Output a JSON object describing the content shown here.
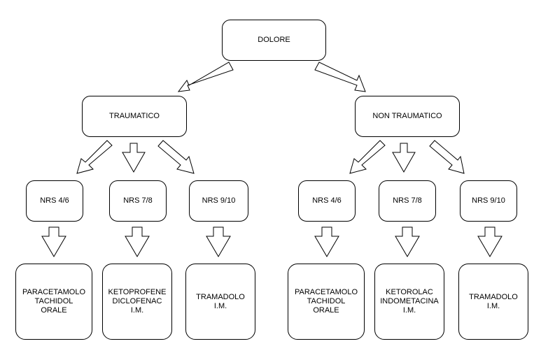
{
  "diagram": {
    "root": "DOLORE",
    "branches": [
      {
        "label": "TRAUMATICO",
        "levels": [
          {
            "label": "NRS 4/6",
            "treatment": "PARACETAMOLO\nTACHIDOL\nORALE"
          },
          {
            "label": "NRS 7/8",
            "treatment": "KETOPROFENE\nDICLOFENAC\nI.M."
          },
          {
            "label": "NRS 9/10",
            "treatment": "TRAMADOLO\nI.M."
          }
        ]
      },
      {
        "label": "NON TRAUMATICO",
        "levels": [
          {
            "label": "NRS 4/6",
            "treatment": "PARACETAMOLO\nTACHIDOL\nORALE"
          },
          {
            "label": "NRS 7/8",
            "treatment": "KETOROLAC\nINDOMETACINA\nI.M."
          },
          {
            "label": "NRS 9/10",
            "treatment": "TRAMADOLO\nI.M."
          }
        ]
      }
    ]
  },
  "colors": {
    "stroke": "#000000",
    "fill": "#ffffff",
    "text": "#000000"
  },
  "icons": {
    "connector": "hollow-arrow-icon"
  }
}
